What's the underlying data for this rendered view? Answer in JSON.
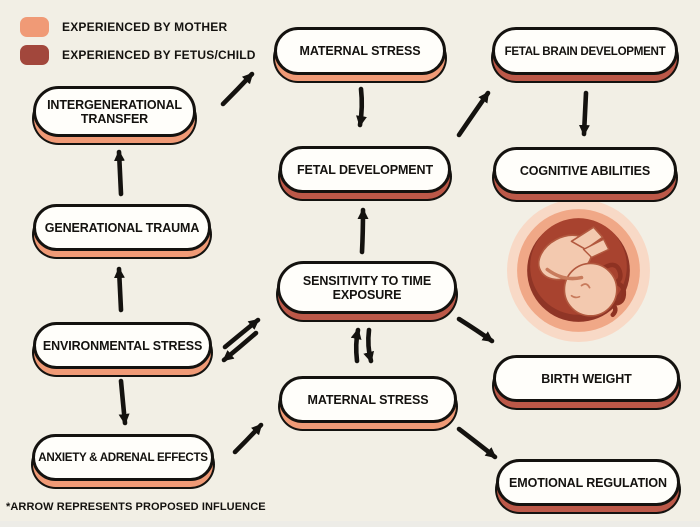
{
  "legend": {
    "items": [
      {
        "label": "EXPERIENCED BY MOTHER",
        "color": "#F09A76",
        "applies_to": "mother"
      },
      {
        "label": "EXPERIENCED BY FETUS/CHILD",
        "color": "#A2473C",
        "applies_to": "fetus-child"
      }
    ]
  },
  "nodes": [
    {
      "id": "intergenerational-transfer",
      "label": "INTERGENERATIONAL TRANSFER",
      "experienced_by": "mother"
    },
    {
      "id": "maternal-stress-top",
      "label": "MATERNAL STRESS",
      "experienced_by": "mother"
    },
    {
      "id": "fetal-brain-development",
      "label": "FETAL BRAIN DEVELOPMENT",
      "experienced_by": "fetus-child"
    },
    {
      "id": "fetal-development",
      "label": "FETAL DEVELOPMENT",
      "experienced_by": "fetus-child"
    },
    {
      "id": "cognitive-abilities",
      "label": "COGNITIVE ABILITIES",
      "experienced_by": "fetus-child"
    },
    {
      "id": "generational-trauma",
      "label": "GENERATIONAL TRAUMA",
      "experienced_by": "mother"
    },
    {
      "id": "sensitivity-to-time-exposure",
      "label": "SENSITIVITY TO TIME EXPOSURE",
      "experienced_by": "fetus-child"
    },
    {
      "id": "environmental-stress",
      "label": "ENVIRONMENTAL STRESS",
      "experienced_by": "mother"
    },
    {
      "id": "maternal-stress-lower",
      "label": "MATERNAL STRESS",
      "experienced_by": "mother"
    },
    {
      "id": "birth-weight",
      "label": "BIRTH WEIGHT",
      "experienced_by": "fetus-child"
    },
    {
      "id": "anxiety-adrenal-effects",
      "label": "ANXIETY & ADRENAL EFFECTS",
      "experienced_by": "mother"
    },
    {
      "id": "emotional-regulation",
      "label": "EMOTIONAL REGULATION",
      "experienced_by": "fetus-child"
    }
  ],
  "edges": [
    {
      "from": "intergenerational-transfer",
      "to": "maternal-stress-top",
      "type": "one-way"
    },
    {
      "from": "maternal-stress-top",
      "to": "fetal-development",
      "type": "one-way"
    },
    {
      "from": "fetal-development",
      "to": "fetal-brain-development",
      "type": "one-way"
    },
    {
      "from": "fetal-brain-development",
      "to": "cognitive-abilities",
      "type": "one-way"
    },
    {
      "from": "generational-trauma",
      "to": "intergenerational-transfer",
      "type": "one-way"
    },
    {
      "from": "environmental-stress",
      "to": "generational-trauma",
      "type": "one-way"
    },
    {
      "from": "sensitivity-to-time-exposure",
      "to": "fetal-development",
      "type": "one-way"
    },
    {
      "from": "environmental-stress",
      "to": "sensitivity-to-time-exposure",
      "type": "two-way"
    },
    {
      "from": "sensitivity-to-time-exposure",
      "to": "maternal-stress-lower",
      "type": "two-way"
    },
    {
      "from": "sensitivity-to-time-exposure",
      "to": "birth-weight",
      "type": "one-way"
    },
    {
      "from": "environmental-stress",
      "to": "anxiety-adrenal-effects",
      "type": "one-way"
    },
    {
      "from": "anxiety-adrenal-effects",
      "to": "maternal-stress-lower",
      "type": "one-way"
    },
    {
      "from": "maternal-stress-lower",
      "to": "emotional-regulation",
      "type": "one-way"
    }
  ],
  "illustration": {
    "name": "fetus-in-womb"
  },
  "footnote": "*ARROW REPRESENTS PROPOSED INFLUENCE",
  "colors": {
    "background": "#F2EFE5",
    "outline": "#14120F",
    "mother_shadow": "#F09A76",
    "fetus_child_shadow": "#BC5848",
    "legend_mother": "#F09A76",
    "legend_fetus_child": "#A2473C"
  }
}
